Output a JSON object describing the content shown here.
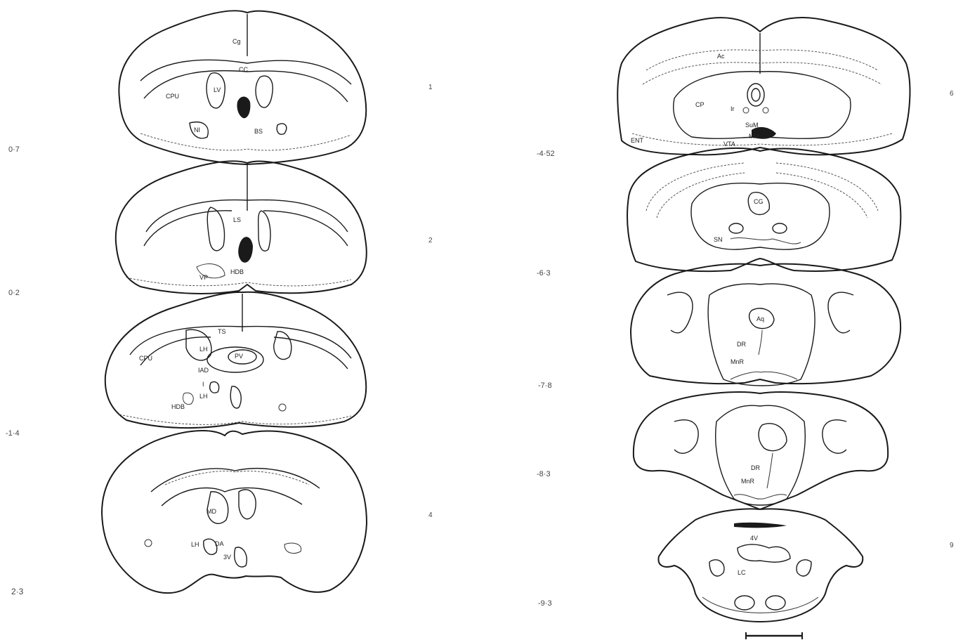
{
  "coordinates_left": [
    "0·7",
    "0·2",
    "-1·4",
    "2·3"
  ],
  "coordinates_right": [
    "-4·52",
    "-6·3",
    "-7·8",
    "-8·3",
    "-9·3"
  ],
  "panel_numbers": [
    "1",
    "2",
    "4",
    "6",
    "9"
  ],
  "section1": {
    "labels": [
      "Cg",
      "CC",
      "CPU",
      "LV",
      "NI",
      "BS"
    ]
  },
  "section2": {
    "labels": [
      "LS",
      "VP",
      "HDB"
    ]
  },
  "section3": {
    "labels": [
      "TS",
      "CPU",
      "LH",
      "PV",
      "IAD",
      "I",
      "LH",
      "HDB"
    ]
  },
  "section4": {
    "labels": [
      "MD",
      "LH",
      "DA",
      "3V"
    ]
  },
  "section5": {
    "labels": [
      "Ac",
      "CP",
      "Ir",
      "SuM",
      "MM",
      "ENT",
      "VTA"
    ]
  },
  "section6": {
    "labels": [
      "CG",
      "SN"
    ]
  },
  "section7": {
    "labels": [
      "Aq",
      "DR",
      "MnR"
    ]
  },
  "section8": {
    "labels": [
      "DR",
      "MnR"
    ]
  },
  "section9": {
    "labels": [
      "4V",
      "LC"
    ]
  }
}
